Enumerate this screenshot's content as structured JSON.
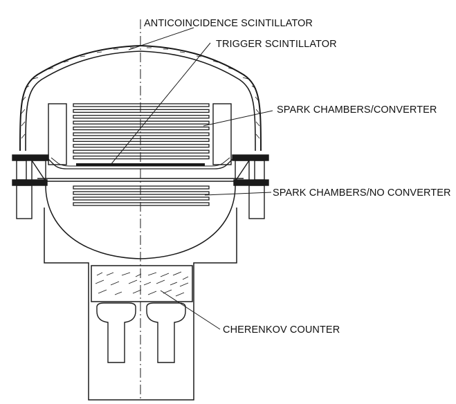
{
  "diagram": {
    "labels": {
      "anticoincidence": "ANTICOINCIDENCE SCINTILLATOR",
      "trigger": "TRIGGER SCINTILLATOR",
      "spark_converter": "SPARK CHAMBERS/CONVERTER",
      "spark_no_converter": "SPARK CHAMBERS/NO CONVERTER",
      "cherenkov": "CHERENKOV COUNTER"
    },
    "upper_chamber_plate_count": 10,
    "lower_chamber_plate_count": 4,
    "colors": {
      "ink": "#1a1a1a",
      "background": "#ffffff"
    }
  }
}
